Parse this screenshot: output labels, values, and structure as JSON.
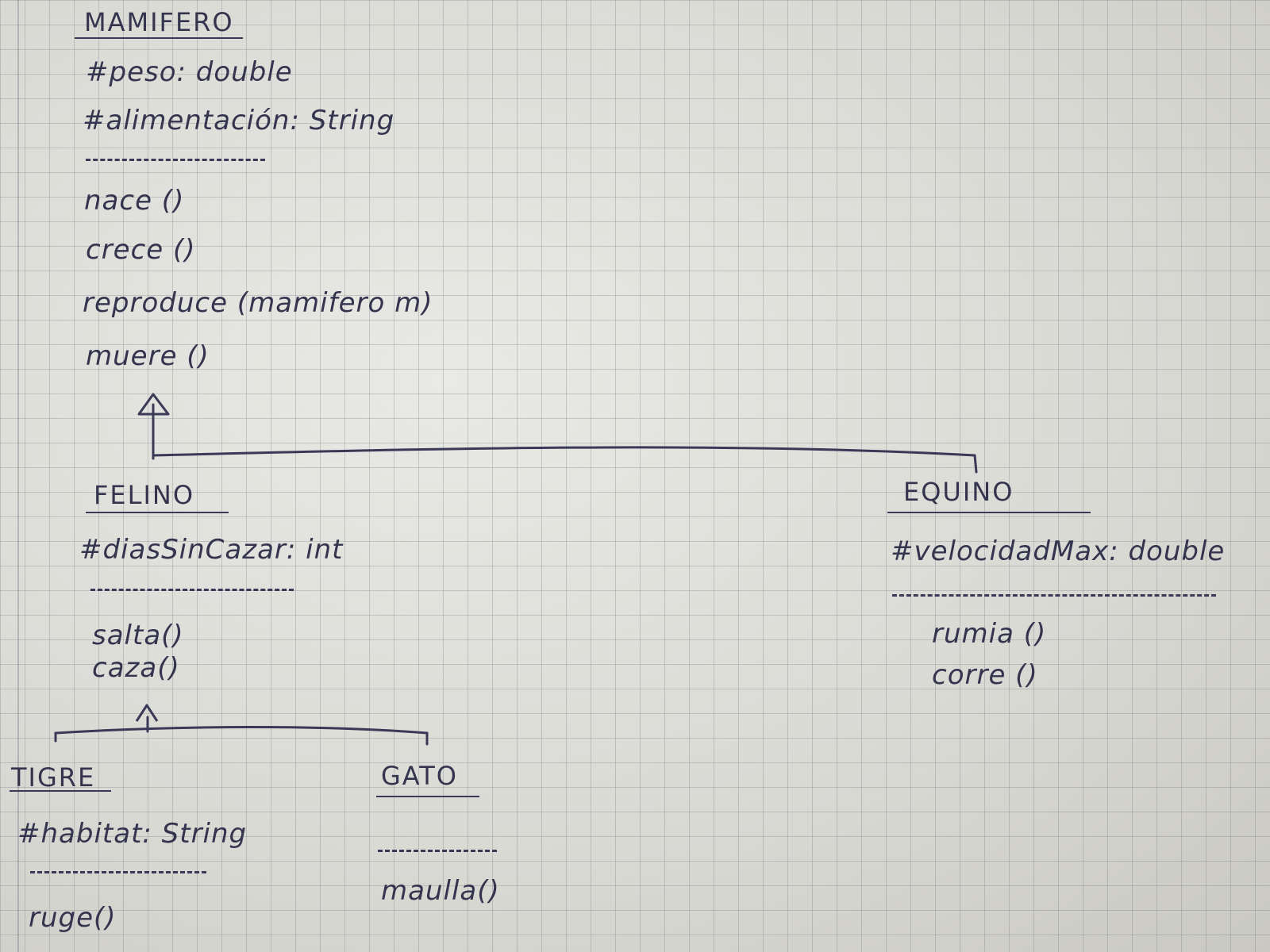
{
  "classes": {
    "mamifero": {
      "name": "MAMIFERO",
      "attributes": [
        "#peso: double",
        "#alimentación: String"
      ],
      "methods": [
        "nace ()",
        "crece ()",
        "reproduce (mamifero m)",
        "muere ()"
      ]
    },
    "felino": {
      "name": "FELINO",
      "attributes": [
        "#diasSinCazar: int"
      ],
      "methods": [
        "salta()",
        "caza()"
      ]
    },
    "equino": {
      "name": "EQUINO",
      "attributes": [
        "#velocidadMax: double"
      ],
      "methods": [
        "rumia ()",
        "corre ()"
      ]
    },
    "tigre": {
      "name": "TIGRE",
      "attributes": [
        "#habitat: String"
      ],
      "methods": [
        "ruge()"
      ]
    },
    "gato": {
      "name": "GATO",
      "attributes": [],
      "methods": [
        "maulla()"
      ]
    }
  },
  "colors": {
    "ink": "#34344e",
    "paper": "#d9dad6",
    "grid": "#7d8186"
  }
}
